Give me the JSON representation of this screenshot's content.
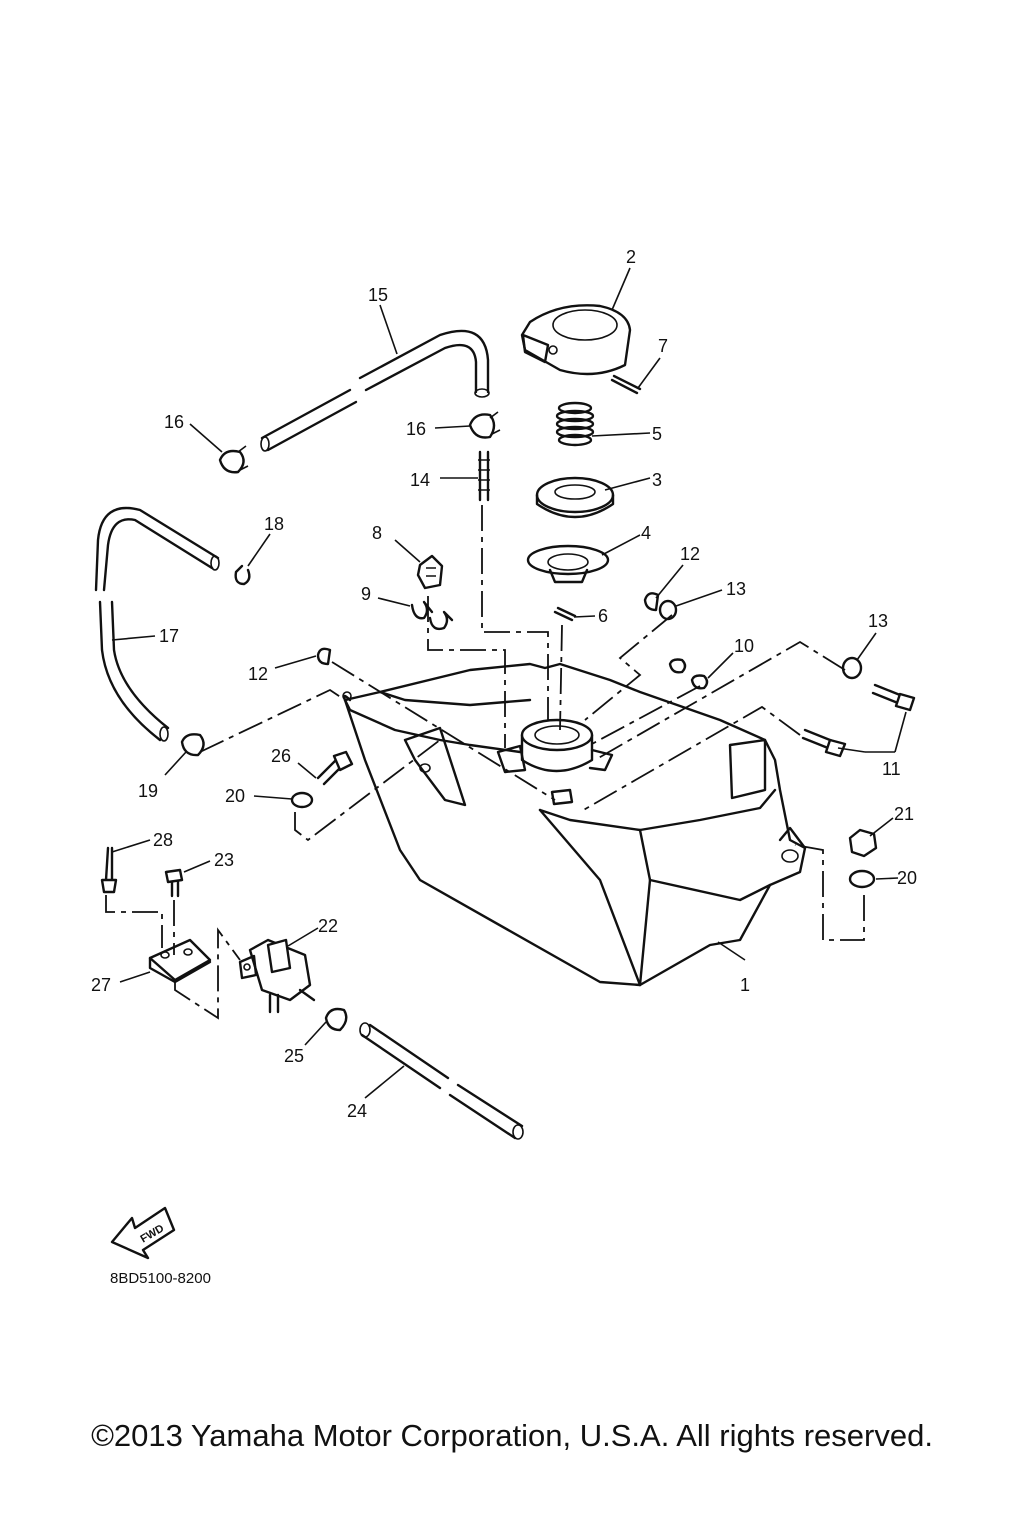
{
  "callouts": [
    "1",
    "2",
    "3",
    "4",
    "5",
    "6",
    "7",
    "8",
    "9",
    "10",
    "11",
    "12",
    "12",
    "13",
    "13",
    "14",
    "15",
    "16",
    "16",
    "17",
    "18",
    "19",
    "20",
    "20",
    "21",
    "22",
    "23",
    "24",
    "25",
    "26",
    "27",
    "28"
  ],
  "fwd_label": "FWD",
  "diagram_code": "8BD5100-8200",
  "copyright": "©2013 Yamaha Motor Corporation, U.S.A. All rights reserved."
}
